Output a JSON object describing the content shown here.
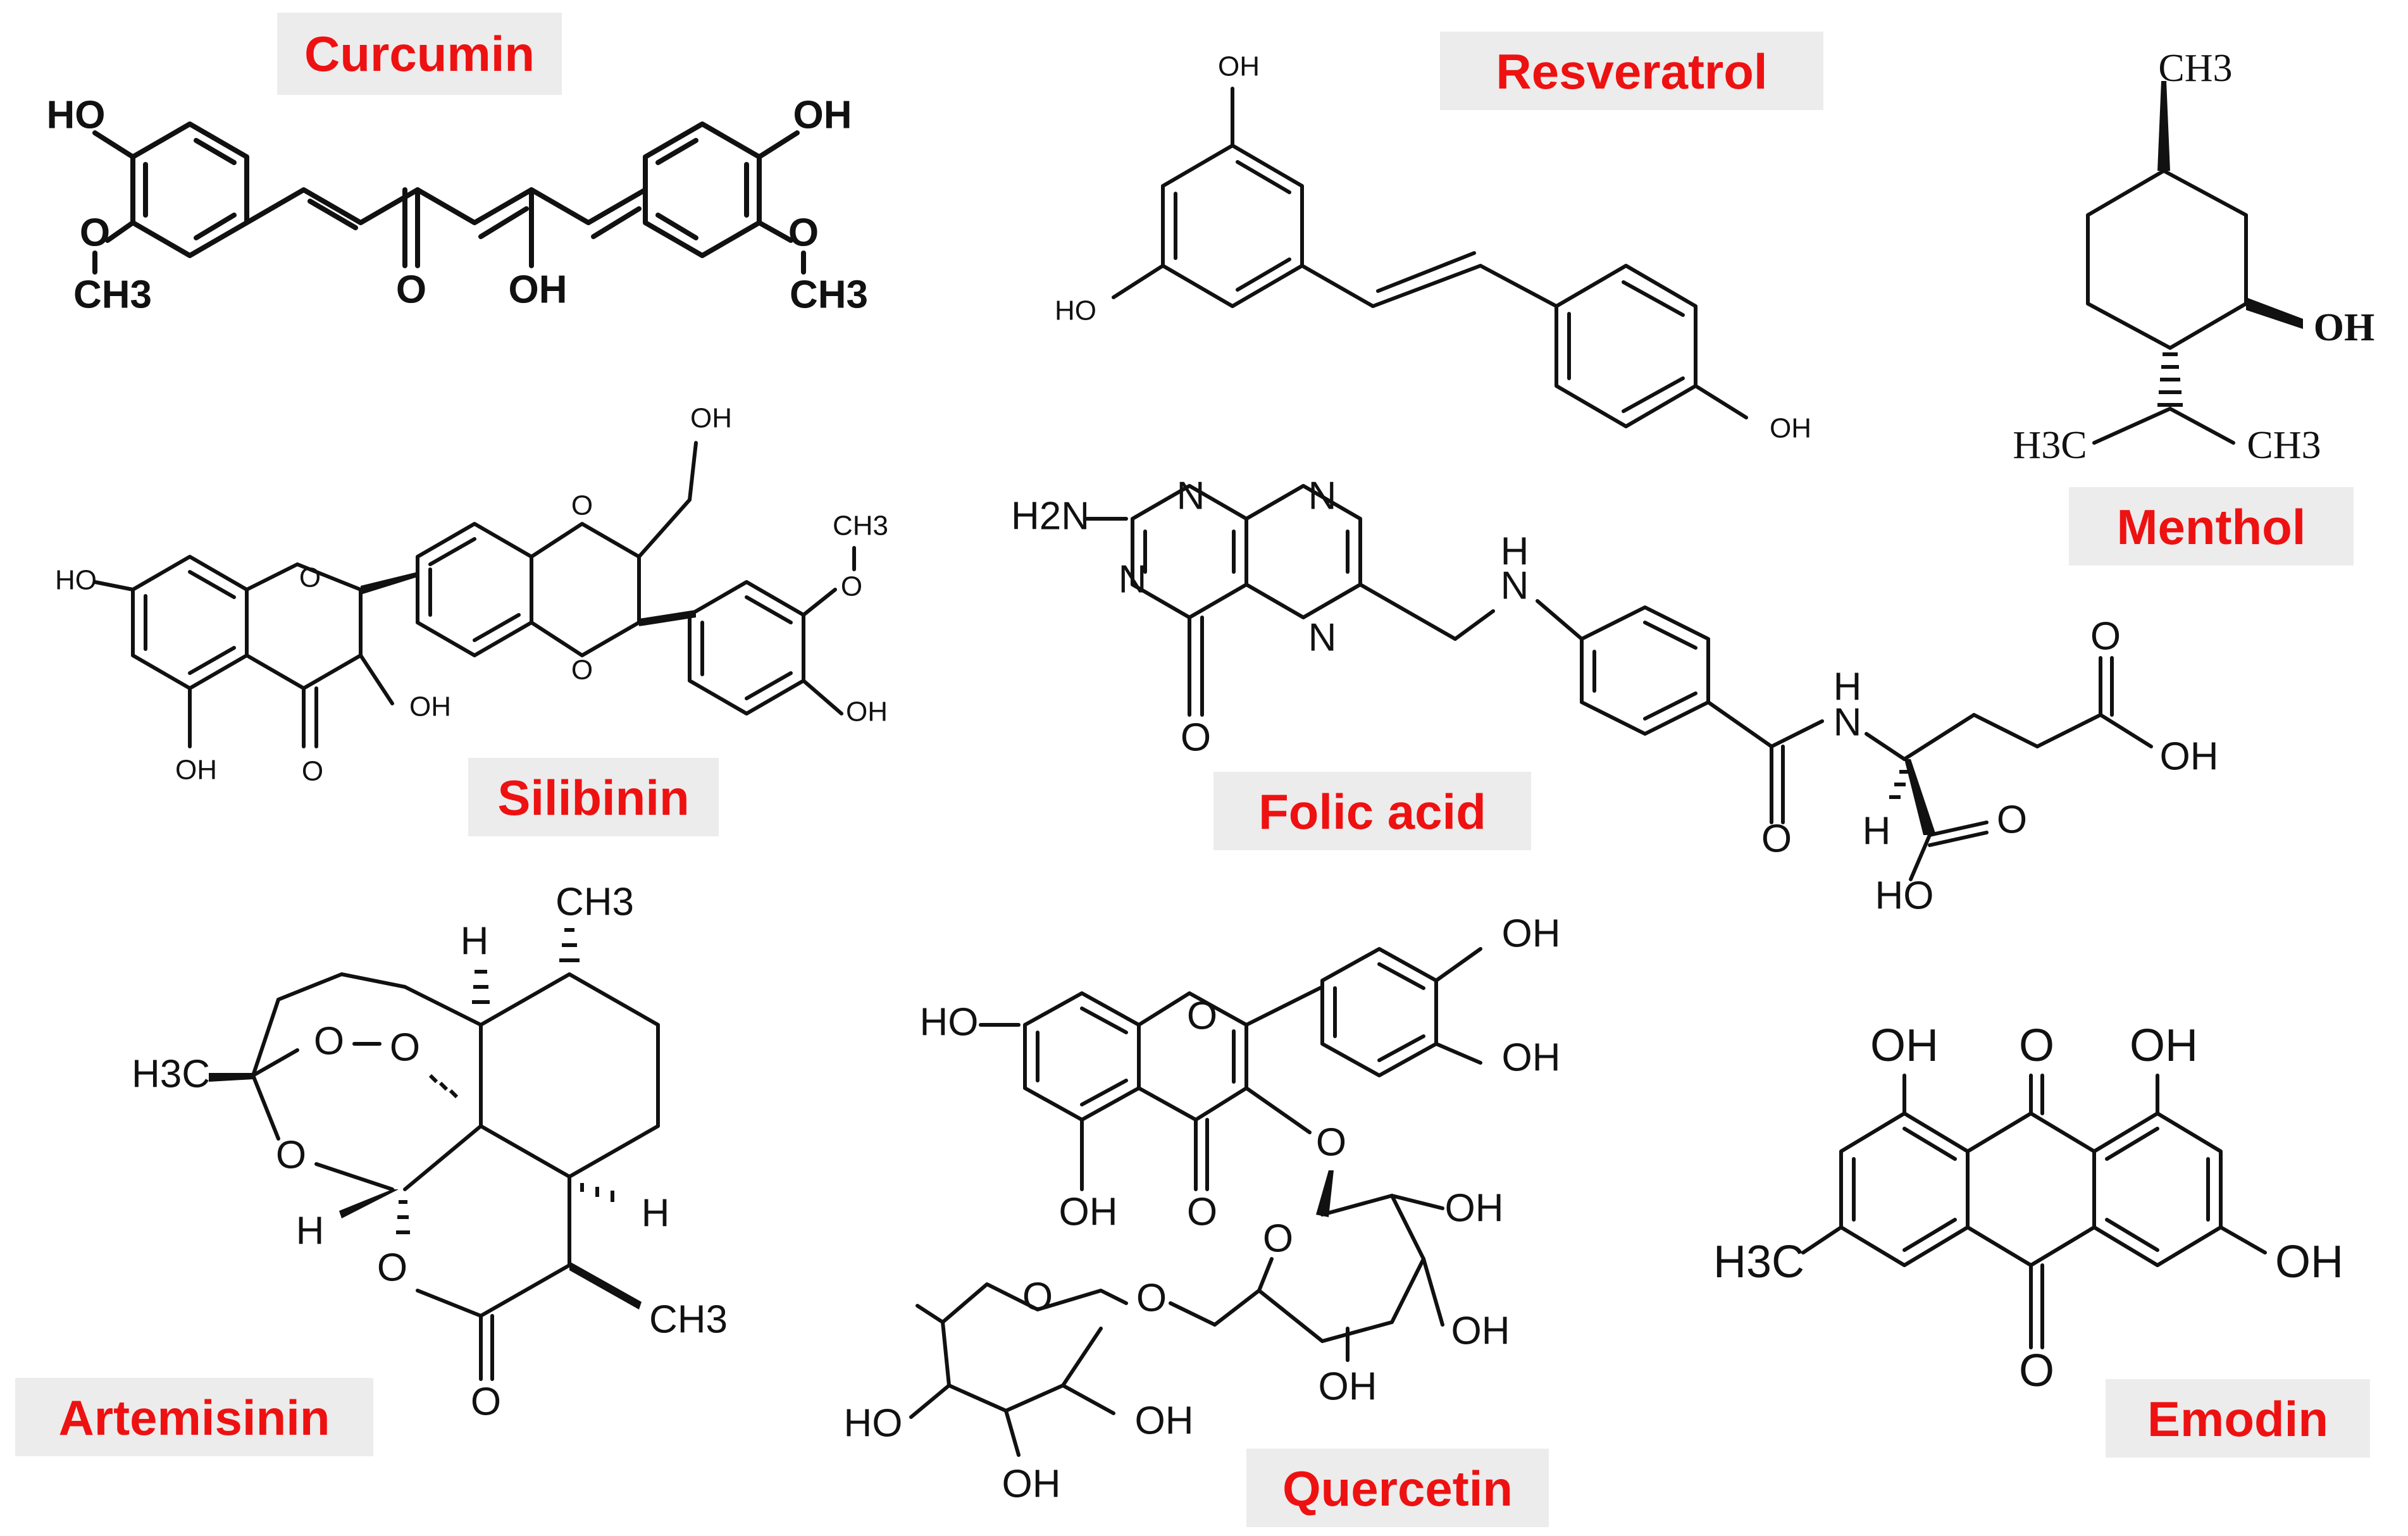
{
  "compounds": [
    {
      "name": "Curcumin",
      "label_color": "#ee1111"
    },
    {
      "name": "Resveratrol",
      "label_color": "#ee1111"
    },
    {
      "name": "Menthol",
      "label_color": "#ee1111"
    },
    {
      "name": "Silibinin",
      "label_color": "#ee1111"
    },
    {
      "name": "Folic acid",
      "label_color": "#ee1111"
    },
    {
      "name": "Artemisinin",
      "label_color": "#ee1111"
    },
    {
      "name": "Quercetin",
      "label_color": "#ee1111"
    },
    {
      "name": "Emodin",
      "label_color": "#ee1111"
    }
  ],
  "atom_labels": {
    "oh": "OH",
    "ho": "HO",
    "o": "O",
    "ch3": "CH3",
    "h3c": "H3C",
    "h2n": "H2N",
    "n": "N",
    "h": "H",
    "hn": "HN"
  }
}
